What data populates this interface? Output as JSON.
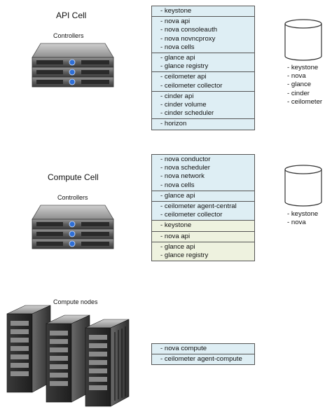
{
  "api_cell": {
    "title": "API Cell",
    "controllers_label": "Controllers",
    "stack": [
      {
        "color": "#deeef4",
        "items": [
          "- keystone"
        ]
      },
      {
        "color": "#deeef4",
        "items": [
          "- nova api",
          "- nova consoleauth",
          "- nova novncproxy",
          "- nova cells"
        ]
      },
      {
        "color": "#deeef4",
        "items": [
          "- glance api",
          "- glance registry"
        ]
      },
      {
        "color": "#deeef4",
        "items": [
          "- ceilometer api",
          "- ceilometer collector"
        ]
      },
      {
        "color": "#deeef4",
        "items": [
          "- cinder api",
          "- cinder volume",
          "- cinder scheduler"
        ]
      },
      {
        "color": "#deeef4",
        "items": [
          "- horizon"
        ]
      }
    ],
    "databases": [
      "- keystone",
      "- nova",
      "- glance",
      "- cinder",
      "- ceilometer"
    ]
  },
  "compute_cell": {
    "title": "Compute Cell",
    "controllers_label": "Controllers",
    "stack": [
      {
        "color": "#deeef4",
        "items": [
          "- nova conductor",
          "- nova scheduler",
          "- nova network",
          "- nova cells"
        ]
      },
      {
        "color": "#deeef4",
        "items": [
          "- glance api"
        ]
      },
      {
        "color": "#deeef4",
        "items": [
          "- ceilometer agent-central",
          "- ceilometer collector"
        ]
      },
      {
        "color": "#eef2df",
        "items": [
          "- keystone"
        ]
      },
      {
        "color": "#eef2df",
        "items": [
          "- nova api"
        ]
      },
      {
        "color": "#eef2df",
        "items": [
          "- glance api",
          "- glance registry"
        ]
      }
    ],
    "databases": [
      "- keystone",
      "- nova"
    ]
  },
  "compute_nodes": {
    "label": "Compute nodes",
    "stack": [
      {
        "color": "#deeef4",
        "items": [
          "- nova compute"
        ]
      },
      {
        "color": "#deeef4",
        "items": [
          "- ceilometer agent-compute"
        ]
      }
    ]
  }
}
